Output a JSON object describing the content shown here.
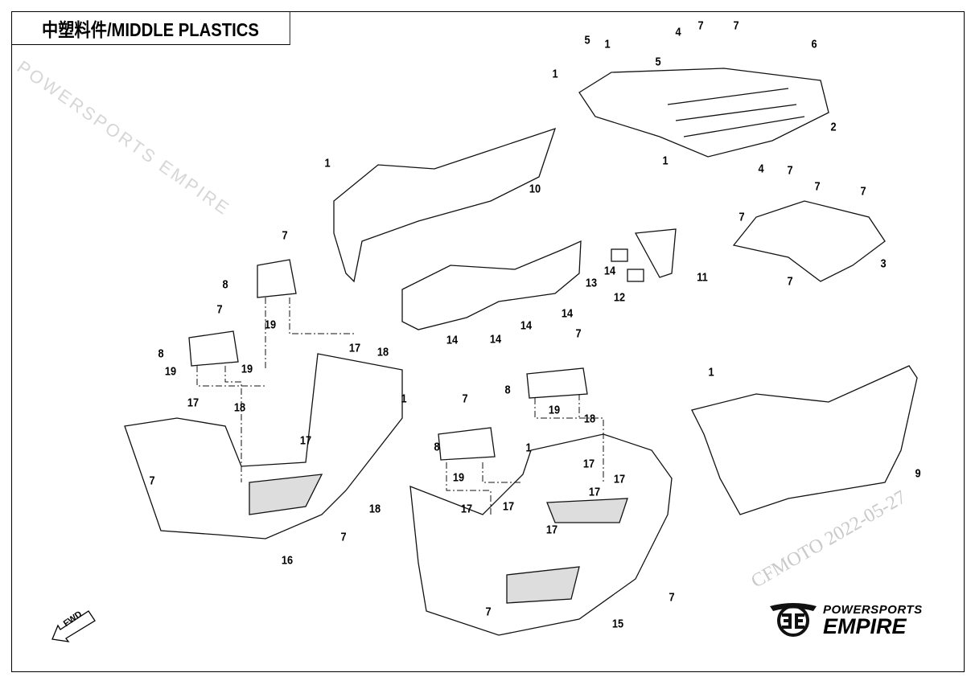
{
  "title": "中塑料件/MIDDLE PLASTICS",
  "watermark": "POWERSPORTS EMPIRE",
  "watermark_date": "CFMOTO 2022-05-27",
  "logo": {
    "line1": "POWERSPORTS",
    "line2": "EMPIRE"
  },
  "fwd_label": "FWD",
  "callouts": [
    "1",
    "5",
    "4",
    "7",
    "7",
    "6",
    "1",
    "5",
    "2",
    "1",
    "4",
    "1",
    "10",
    "7",
    "7",
    "7",
    "7",
    "3",
    "7",
    "11",
    "14",
    "12",
    "13",
    "14",
    "14",
    "14",
    "14",
    "7",
    "8",
    "19",
    "7",
    "8",
    "19",
    "19",
    "17",
    "18",
    "1",
    "17",
    "18",
    "17",
    "7",
    "16",
    "7",
    "7",
    "8",
    "19",
    "18",
    "7",
    "8",
    "1",
    "19",
    "17",
    "17",
    "17",
    "18",
    "17",
    "17",
    "17",
    "7",
    "7",
    "15",
    "1",
    "9"
  ]
}
